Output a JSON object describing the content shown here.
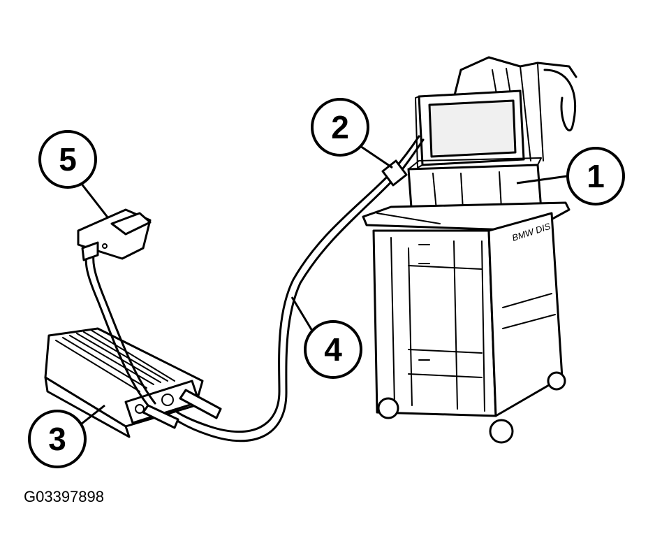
{
  "figure_id": "G03397898",
  "callouts": [
    {
      "number": "1"
    },
    {
      "number": "2"
    },
    {
      "number": "3"
    },
    {
      "number": "4"
    },
    {
      "number": "5"
    }
  ],
  "labels": {
    "cart_brand": "BMW DIS"
  }
}
